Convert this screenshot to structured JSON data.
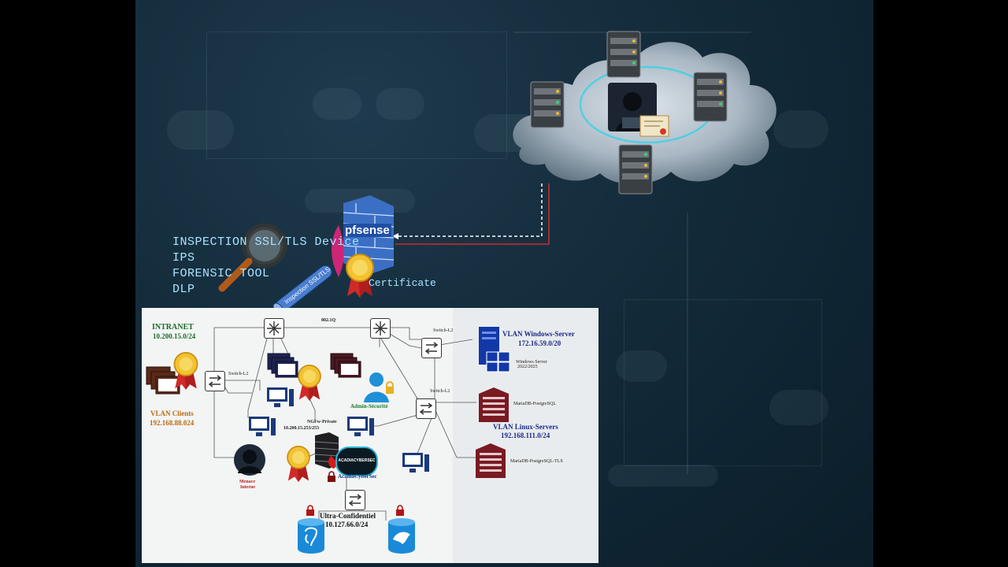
{
  "inspection": {
    "lines": [
      "INSPECTION SSL/TLS Device",
      "IPS",
      "FORENSIC TOOL",
      "DLP"
    ],
    "tube_label": "Inspection SSL/TLS",
    "certificate_label": "Certificate",
    "firewall_logo": "pfsense"
  },
  "network": {
    "intranet": {
      "name": "INTRANET",
      "subnet": "10.200.15.0/24"
    },
    "vlan_clients": {
      "name": "VLAN Clients",
      "subnet": "192.168.88.024"
    },
    "switch_l2_a": "Switch-L2",
    "switch_l2_b": "Switch-L2",
    "switch_l2_c": "Switch-L2",
    "link_8021q": "802.1Q",
    "admin": "Admin-Sécurité",
    "ngfw": {
      "name": "NGFw-Private",
      "ip": "10.200.15.253/253"
    },
    "acadia": "AcadiaCyberSec",
    "acadia_badge": "ACADIACYBERSEC",
    "menace": {
      "line1": "Menace",
      "line2": "Interne"
    },
    "ultra": {
      "name": "Ultra-Confidentiel",
      "subnet": "10.127.66.0/24"
    },
    "vlan_windows": {
      "name": "VLAN Windows-Server",
      "subnet": "172.16.59.0/20",
      "os1": "Windows Server",
      "os2": "2022/2025"
    },
    "vlan_linux": {
      "name": "VLAN Linux-Servers",
      "subnet": "192.168.111.0/24"
    },
    "db1": "MariaDB-PostgreSQL",
    "db2": "MariaDB-PostgreSQL-TLS"
  },
  "colors": {
    "intranet": "#1c6b2e",
    "clients": "#b86a12",
    "servers": "#1a2a8a",
    "text_cyan": "#a9e3ff",
    "alert": "#c01818"
  }
}
